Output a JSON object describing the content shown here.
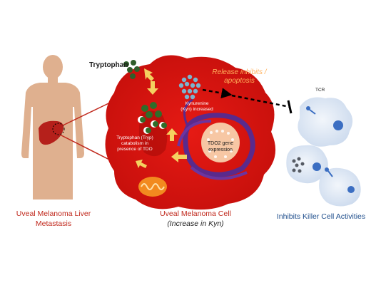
{
  "colors": {
    "cell_red": "#d8130f",
    "cell_dark": "#b30d0a",
    "text_red": "#c0281c",
    "text_blue": "#1f4e8c",
    "orange_text": "#ffb15c",
    "arrow_yellow": "#f4d160",
    "tryptophan_green": "#2f5e2a",
    "kyn_blue": "#7ab4cf",
    "nucleus_purple": "#5a2a8c",
    "tdo_peach": "#f7c7a4",
    "mito_orange": "#f28a1f",
    "killer_cell": "#d7e4f3",
    "killer_nucleus": "#3b6ec2"
  },
  "labels": {
    "tryptophan": "Tryptophan",
    "release_line1": "Release inhibits /",
    "release_line2": "apoptosis",
    "kyn_line1": "Kynurenine",
    "kyn_line2": "(Kyn) increased",
    "tryp_line1": "Tryptophan (Tryp)",
    "tryp_line2": "catabolism in",
    "tryp_line3": "presence of TDO",
    "tdo2_line1": "TDO2 gene",
    "tdo2_line2": "expression",
    "tcr": "TCR",
    "liver_line1": "Uveal Melanoma Liver",
    "liver_line2": "Metastasis",
    "cell_line1": "Uveal Melanoma Cell",
    "cell_line2": "(Increase in Kyn)",
    "killer": "Inhibits Killer Cell Activities"
  }
}
